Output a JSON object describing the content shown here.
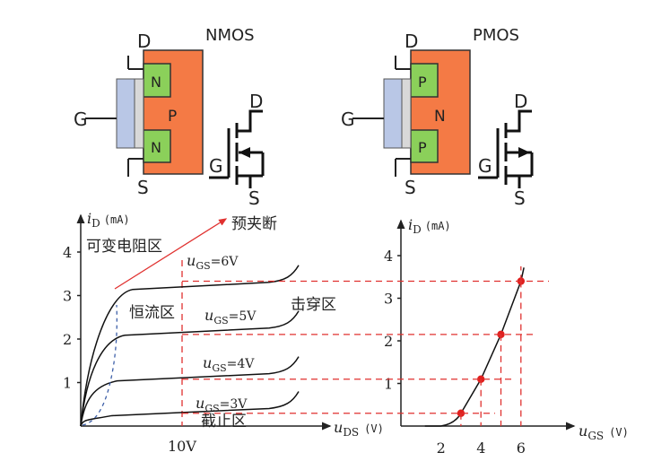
{
  "colors": {
    "p_region": "#f47a45",
    "n_region": "#8bd05a",
    "gate": "#b9c7e6",
    "oxide": "#d8d8d8",
    "grid_dash": "#e0312f",
    "point": "#e0201e"
  },
  "nmos": {
    "title": "NMOS",
    "drain_label": "D",
    "gate_label": "G",
    "source_label": "S",
    "body_label": "P",
    "drain_well": "N",
    "source_well": "N",
    "symbol_d": "D",
    "symbol_g": "G",
    "symbol_s": "S"
  },
  "pmos": {
    "title": "PMOS",
    "drain_label": "D",
    "gate_label": "G",
    "source_label": "S",
    "body_label": "N",
    "drain_well": "P",
    "source_well": "P",
    "symbol_d": "D",
    "symbol_g": "G",
    "symbol_s": "S"
  },
  "chart_data": [
    {
      "type": "line",
      "title": "",
      "ylabel_main": "i",
      "ylabel_sub": "D",
      "ylabel_unit": "(mA)",
      "xlabel_main": "u",
      "xlabel_sub": "DS",
      "xlabel_unit": "(V)",
      "x_tick_label": "10V",
      "y_ticks": [
        "1",
        "2",
        "3",
        "4"
      ],
      "regions": {
        "variable_resistance": "可变电阻区",
        "pinch_off": "预夹断",
        "constant_current": "恒流区",
        "breakdown": "击穿区",
        "cutoff": "截止区"
      },
      "series": [
        {
          "label_main": "u",
          "label_sub": "GS",
          "label_val": "=6V",
          "current_mA": 3.2
        },
        {
          "label_main": "u",
          "label_sub": "GS",
          "label_val": "=5V",
          "current_mA": 2.15
        },
        {
          "label_main": "u",
          "label_sub": "GS",
          "label_val": "=4V",
          "current_mA": 1.1
        },
        {
          "label_main": "u",
          "label_sub": "GS",
          "label_val": "=3V",
          "current_mA": 0.3
        }
      ]
    },
    {
      "type": "line",
      "title": "",
      "ylabel_main": "i",
      "ylabel_sub": "D",
      "ylabel_unit": "(mA)",
      "xlabel_main": "u",
      "xlabel_sub": "GS",
      "xlabel_unit": "(V)",
      "y_ticks": [
        "1",
        "2",
        "3",
        "4"
      ],
      "x_ticks": [
        "2",
        "4",
        "6"
      ],
      "points": [
        {
          "u_GS": 3,
          "i_D": 0.3
        },
        {
          "u_GS": 4,
          "i_D": 1.1
        },
        {
          "u_GS": 5,
          "i_D": 2.15
        },
        {
          "u_GS": 6,
          "i_D": 3.4
        }
      ]
    }
  ]
}
